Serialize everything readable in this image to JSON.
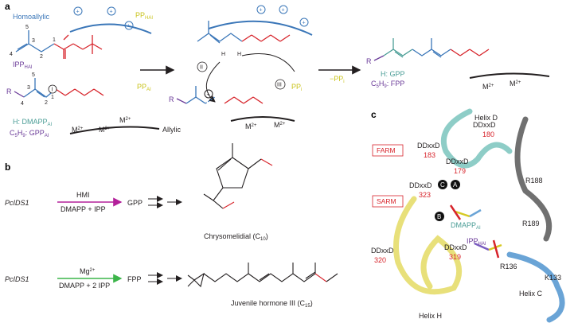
{
  "panels": {
    "a": "a",
    "b": "b",
    "c": "c"
  },
  "panel_a": {
    "homoallylic": "Homoallylic",
    "pp_hai": "PP",
    "pp_hai_sub": "HAI",
    "ipp_hai": "IPP",
    "ipp_hai_sub": "HAI",
    "pp_ai": "PP",
    "pp_ai_sub": "AI",
    "pp_i": "PP",
    "pp_i_sub": "i",
    "minus_pp_i": "−PP",
    "minus_pp_i_sub": "i",
    "allylic": "Allylic",
    "h_label": "H:",
    "dmapp_ai": "DMAPP",
    "dmapp_ai_sub": "AI",
    "c5h9_label": "C",
    "gpp_ai": "GPP",
    "gpp_ai_sub": "AI",
    "h_prod": "H:",
    "gpp": "GPP",
    "c5h9_prod": "C",
    "fpp": "FPP",
    "m2_left": "M",
    "m2_mid": "M",
    "m2_right_1": "M",
    "m2_right_2": "M",
    "plus": "+",
    "step_I": "I",
    "step_II": "II",
    "step_III": "III",
    "num_1": "1",
    "num_2": "2",
    "num_3": "3",
    "num_4": "4",
    "num_5": "5",
    "R": "R",
    "H": "H"
  },
  "panel_b": {
    "enzyme_1": "PcIDS1",
    "cofactor_1": "HMI",
    "substrates_1": "DMAPP + IPP",
    "product_1": "GPP",
    "final_1": "Chrysomelidial (C",
    "final_1_sub": "10",
    "enzyme_2": "PcIDS1",
    "cofactor_2": "Mg",
    "substrates_2": "DMAPP + 2 IPP",
    "product_2": "FPP",
    "final_2": "Juvenile hormone III (C",
    "final_2_sub": "15"
  },
  "panel_c": {
    "helix_d": "Helix D",
    "helix_c": "Helix C",
    "helix_h": "Helix H",
    "farm": "FARM",
    "sarm": "SARM",
    "motif_183": "DDxxD",
    "res_183": "183",
    "motif_179": "DDxxD",
    "res_179": "179",
    "motif_180": "DDxxD",
    "res_180": "180",
    "motif_323": "DDxxD",
    "res_323": "323",
    "motif_320": "DDxxD",
    "res_320": "320",
    "motif_319": "DDxxD",
    "res_319": "319",
    "r188": "R188",
    "r189": "R189",
    "r136": "R136",
    "k133": "K133",
    "dmapp_ai": "DMAPP",
    "dmapp_ai_sub": "AI",
    "ipp_hai": "IPP",
    "ipp_hai_sub": "HAI",
    "metal_a": "A",
    "metal_b": "B",
    "metal_c": "C"
  },
  "colors": {
    "blue": "#3a76b8",
    "red": "#d7242b",
    "yellow": "#c9c31a",
    "purple": "#6a3a98",
    "teal": "#4a9d96",
    "magenta": "#b3209a",
    "green": "#3cb54a"
  }
}
